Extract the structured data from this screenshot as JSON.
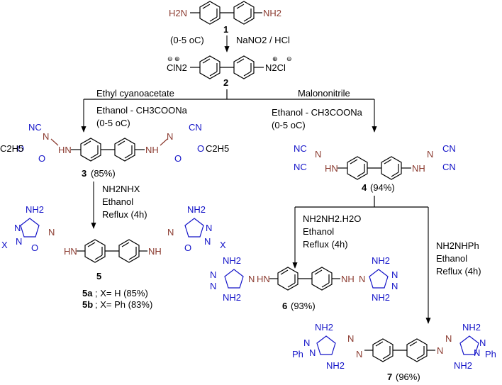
{
  "compounds": {
    "c1": {
      "number": "1",
      "left": "H2N",
      "right": "NH2"
    },
    "c2": {
      "number": "2",
      "left": "ClN2",
      "right": "N2Cl"
    },
    "c3": {
      "number": "3",
      "yield": "(85%)"
    },
    "c4": {
      "number": "4",
      "yield": "(94%)"
    },
    "c5": {
      "number": "5",
      "a": "5a",
      "a_text": "; X= H (85%)",
      "b": "5b",
      "b_text": "; X= Ph (83%)"
    },
    "c6": {
      "number": "6",
      "yield": "(93%)"
    },
    "c7": {
      "number": "7",
      "yield": "(96%)"
    }
  },
  "conditions": {
    "step1_temp": "(0-5 oC)",
    "step1_reagent": "NaNO2 / HCl",
    "left_reagent": "Ethyl cyanoacetate",
    "left_solvent": "Ethanol - CH3COONa",
    "left_temp": "(0-5 oC)",
    "right_reagent": "Malononitrile",
    "right_solvent": "Ethanol - CH3COONa",
    "right_temp": "(0-5 oC)",
    "c5_reagent": "NH2NHX",
    "c5_solvent": "Ethanol",
    "c5_cond": "Reflux (4h)",
    "c6_reagent": "NH2NH2.H2O",
    "c6_solvent": "Ethanol",
    "c6_cond": "Reflux (4h)",
    "c7_reagent": "NH2NHPh",
    "c7_solvent": "Ethanol",
    "c7_cond": "Reflux (4h)"
  },
  "atoms": {
    "nc": "NC",
    "cn": "CN",
    "o": "O",
    "hn": "HN",
    "nh": "NH",
    "n": "N",
    "et": "C2H5",
    "nh2": "NH2",
    "x": "X",
    "ph": "Ph",
    "oplus": "⊕",
    "ominus": "⊖"
  },
  "colors": {
    "amine": "#8b3a2f",
    "heteroatom": "#1414c8",
    "bond": "#000000"
  }
}
